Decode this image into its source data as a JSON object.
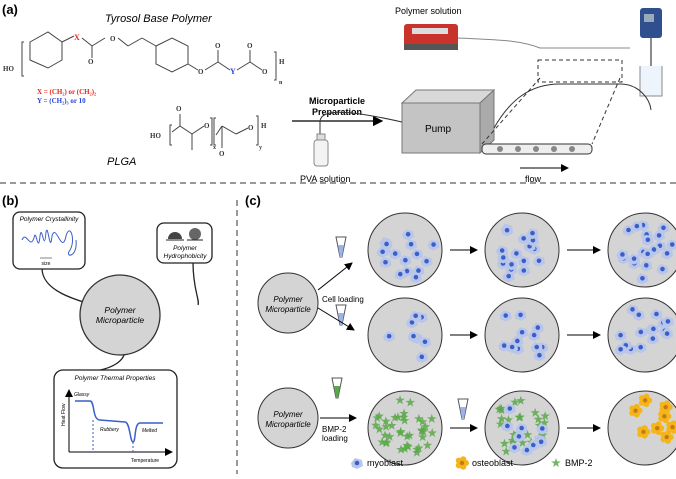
{
  "panel_a": {
    "label": "(a)",
    "polymer_title": "Tyrosol Base Polymer",
    "x_def": "X = (CH₂) or (CH₂)₂",
    "y_def": "Y = (CH₂)₃ or 10",
    "x_atom": "X",
    "y_atom": "Y",
    "plga_label": "PLGA",
    "step_label_1": "Microparticle",
    "step_label_2": "Preparation",
    "polymer_solution": "Polymer solution",
    "pump": "Pump",
    "pva_solution": "PVA solution",
    "flow": "flow",
    "colors": {
      "x": "#e8261c",
      "y": "#2745d8"
    }
  },
  "panel_b": {
    "label": "(b)",
    "crystallinity": "Polymer Crystallinity",
    "size": "size",
    "hydrophobicity_1": "Polymer",
    "hydrophobicity_2": "Hydrophobicity",
    "center_1": "Polymer",
    "center_2": "Microparticle",
    "thermal": "Polymer Thermal Properties",
    "glassy": "Glassy",
    "rubbery": "Rubbery",
    "melted": "Melted",
    "y_axis": "Heat Flow",
    "x_axis": "Temperature"
  },
  "panel_c": {
    "label": "(c)",
    "particle_1": "Polymer",
    "particle_2": "Microparticle",
    "cell_loading": "Cell loading",
    "bmp_loading_1": "BMP-2",
    "bmp_loading_2": "loading",
    "legend": [
      {
        "label": "myoblast",
        "color": "#3a5fc8"
      },
      {
        "label": "osteoblast",
        "color": "#f5b41a"
      },
      {
        "label": "BMP-2",
        "color": "#5aa84a"
      }
    ]
  }
}
